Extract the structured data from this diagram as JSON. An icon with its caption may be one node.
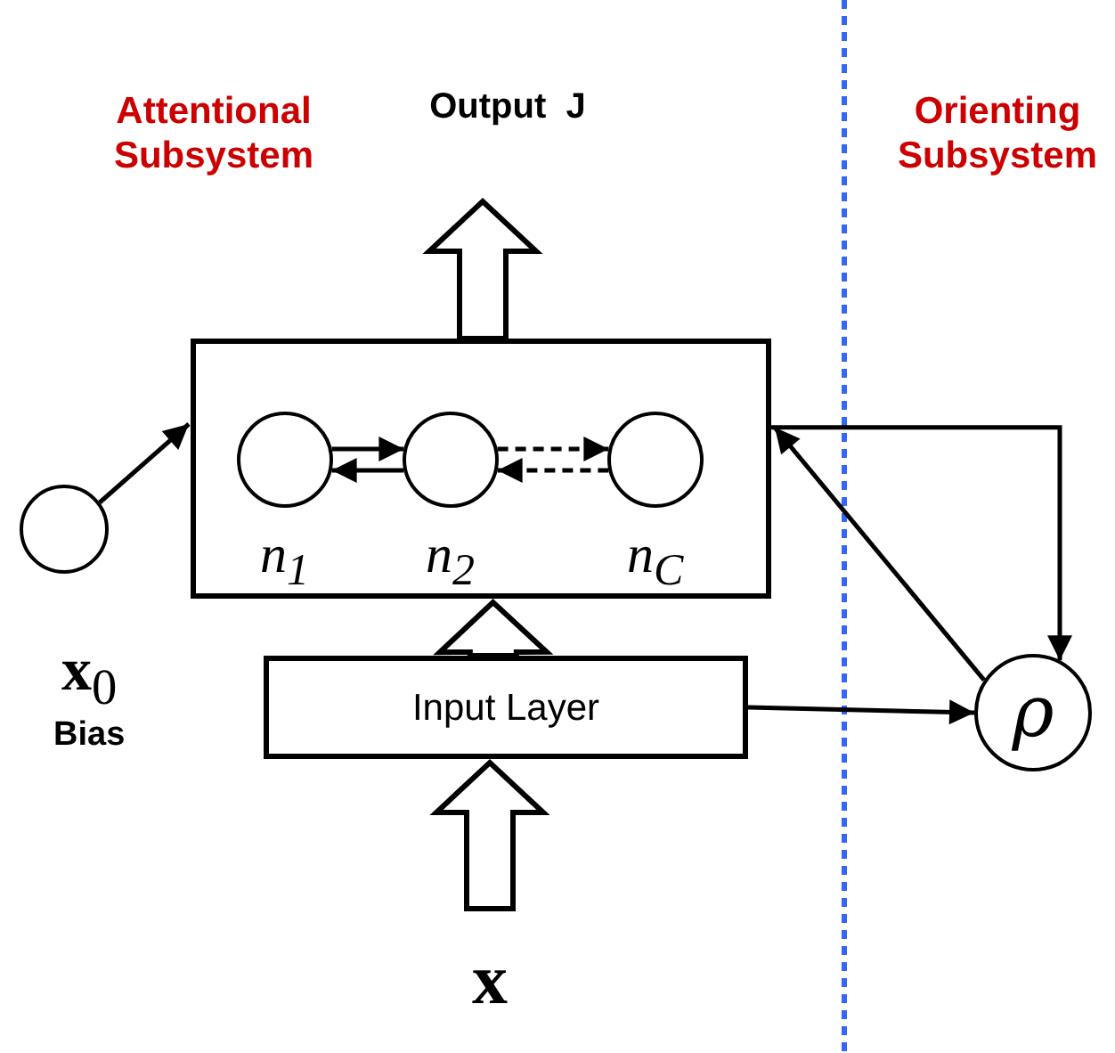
{
  "diagram": {
    "nodes": [
      {
        "text": [],
        "shape": "box"
      },
      {
        "text": [],
        "shape": "circle",
        "in": 0,
        "beside": [
          "n$_{1}$"
        ]
      },
      {
        "text": [],
        "shape": "circle",
        "in": 0,
        "beside": [
          "n$_{2}$"
        ]
      },
      {
        "text": [],
        "shape": "circle",
        "in": 0,
        "beside": [
          "n$_{C}$"
        ]
      },
      {
        "text": [],
        "shape": "circle",
        "beside": [
          "**x**$_{0}$",
          "Bias"
        ]
      },
      {
        "text": [
          "Input Layer"
        ]
      },
      {
        "text": [
          "ρ"
        ]
      },
      {
        "text": [
          "x"
        ]
      },
      {
        "text": [
          "Output  J"
        ]
      }
    ],
    "edges": [
      {
        "from": 7,
        "to": 5,
        "arrow": "to"
      },
      {
        "from": 5,
        "to": 0,
        "arrow": "to"
      },
      {
        "from": 0,
        "to": 8,
        "arrow": "to"
      },
      {
        "from": 4,
        "to": 0,
        "arrow": "to"
      },
      {
        "from": 1,
        "to": 2,
        "arrow": "to"
      },
      {
        "from": 2,
        "to": 1,
        "arrow": "to"
      },
      {
        "from": 2,
        "to": 3,
        "arrow": "to",
        "style": "dashed"
      },
      {
        "from": 3,
        "to": 2,
        "arrow": "to",
        "style": "dashed"
      },
      {
        "from": 5,
        "to": 6,
        "arrow": "to"
      },
      {
        "from": 6,
        "to": 0,
        "arrow": "to"
      },
      {
        "from": 0,
        "to": 6,
        "arrow": "to"
      }
    ],
    "labels": [
      "Attentional Subsystem",
      "Orienting Subsystem"
    ]
  }
}
